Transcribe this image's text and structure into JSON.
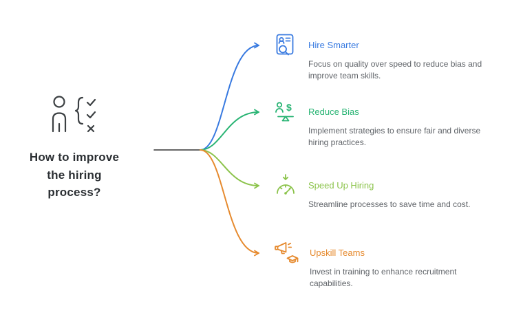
{
  "background": "#ffffff",
  "center": {
    "title": "How to improve the hiring process?",
    "text_color": "#2b2f33",
    "icon": "person-checklist-icon",
    "icon_color": "#3c4043"
  },
  "connector": {
    "stem_color": "#333333"
  },
  "branches": [
    {
      "label": "Hire Smarter",
      "description": "Focus on quality over speed to reduce bias and improve team skills.",
      "color": "#3779e0",
      "icon": "id-card-search-icon"
    },
    {
      "label": "Reduce Bias",
      "description": "Implement strategies to ensure fair and diverse hiring practices.",
      "color": "#29b474",
      "icon": "people-dollar-balance-icon"
    },
    {
      "label": "Speed Up Hiring",
      "description": "Streamline processes to save time and cost.",
      "color": "#8bc34a",
      "icon": "speedometer-down-arrow-icon"
    },
    {
      "label": "Upskill Teams",
      "description": "Invest in training to enhance recruitment capabilities.",
      "color": "#e68a2e",
      "icon": "megaphone-graduation-cap-icon"
    }
  ],
  "description_color": "#5f6368",
  "glyphs": {
    "dollar": "$"
  }
}
